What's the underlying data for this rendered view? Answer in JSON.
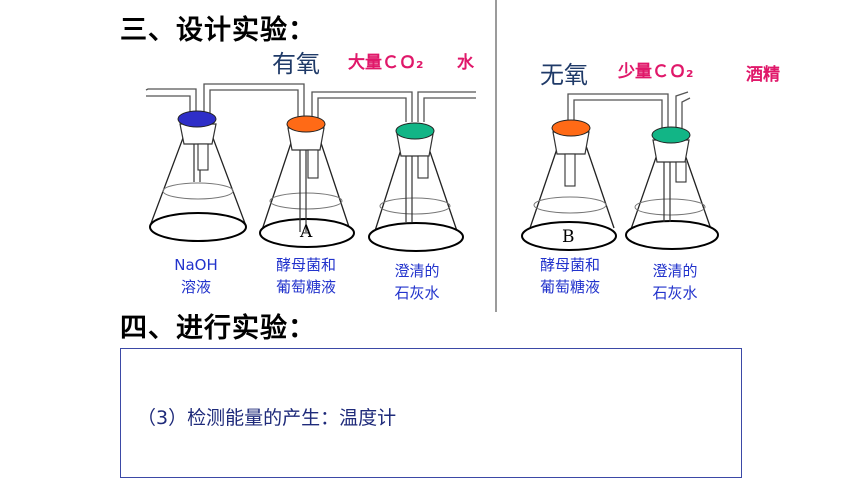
{
  "section3": {
    "heading": "三、设计实验："
  },
  "section4": {
    "heading": "四、进行实验："
  },
  "aerobic": {
    "condition": "有氧",
    "product_co2": "大量ＣＯ₂",
    "product_other": "水",
    "flasks": [
      {
        "label_lines": [
          "NaOH",
          "溶液"
        ],
        "stopper_color": "#2e2ec8",
        "letter": ""
      },
      {
        "label_lines": [
          "酵母菌和",
          "葡萄糖液"
        ],
        "stopper_color": "#ff6a16",
        "letter": "A"
      },
      {
        "label_lines": [
          "澄清的",
          "石灰水"
        ],
        "stopper_color": "#12b586",
        "letter": ""
      }
    ]
  },
  "anaerobic": {
    "condition": "无氧",
    "product_co2": "少量ＣＯ₂",
    "product_other": "酒精",
    "flasks": [
      {
        "label_lines": [
          "酵母菌和",
          "葡萄糖液"
        ],
        "stopper_color": "#ff6a16",
        "letter": "B"
      },
      {
        "label_lines": [
          "澄清的",
          "石灰水"
        ],
        "stopper_color": "#12b586",
        "letter": ""
      }
    ]
  },
  "experiment_box": {
    "step_text": "（3）检测能量的产生：温度计"
  }
}
